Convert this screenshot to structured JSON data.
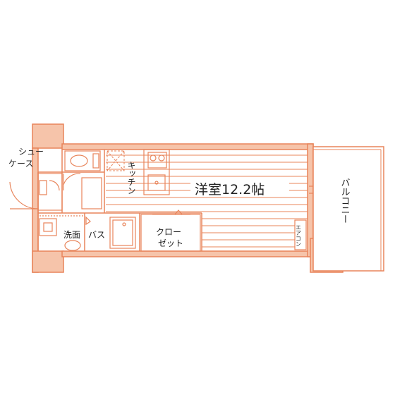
{
  "colors": {
    "line": "#e8845a",
    "wall_fill": "#f6c4aa",
    "background": "#ffffff",
    "text": "#222222"
  },
  "labels": {
    "shoe_case_line1": "シュー",
    "shoe_case_line2": "ケース",
    "kitchen": "キッチン",
    "western_room": "洋室12.2帖",
    "balcony": "バルコニー",
    "washroom": "洗面",
    "bath": "バス",
    "closet_line1": "クロー",
    "closet_line2": "ゼット",
    "aircon": "エアコン"
  }
}
